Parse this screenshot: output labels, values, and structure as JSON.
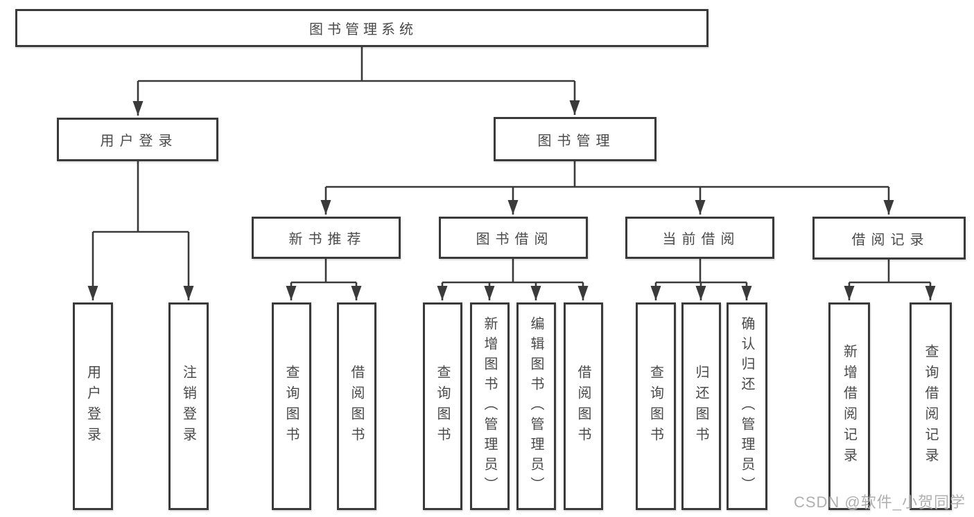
{
  "watermark": "CSDN @软件_小贺同学",
  "colors": {
    "background": "#ffffff",
    "box_border": "#3a3a3a",
    "line": "#3a3a3a",
    "text": "#4a4a4a",
    "watermark_text": "#a2a2a2"
  },
  "tree": {
    "label": "图书管理系统",
    "children": [
      {
        "label": "用户登录",
        "children": [
          {
            "label": "用户登录"
          },
          {
            "label": "注销登录"
          }
        ]
      },
      {
        "label": "图书管理",
        "children": [
          {
            "label": "新书推荐",
            "children": [
              {
                "label": "查询图书"
              },
              {
                "label": "借阅图书"
              }
            ]
          },
          {
            "label": "图书借阅",
            "children": [
              {
                "label": "查询图书"
              },
              {
                "label": "新增图书（管理员）"
              },
              {
                "label": "编辑图书（管理员）"
              },
              {
                "label": "借阅图书"
              }
            ]
          },
          {
            "label": "当前借阅",
            "children": [
              {
                "label": "查询图书"
              },
              {
                "label": "归还图书"
              },
              {
                "label": "确认归还（管理员）"
              }
            ]
          },
          {
            "label": "借阅记录",
            "children": [
              {
                "label": "新增借阅记录"
              },
              {
                "label": "查询借阅记录"
              }
            ]
          }
        ]
      }
    ]
  }
}
